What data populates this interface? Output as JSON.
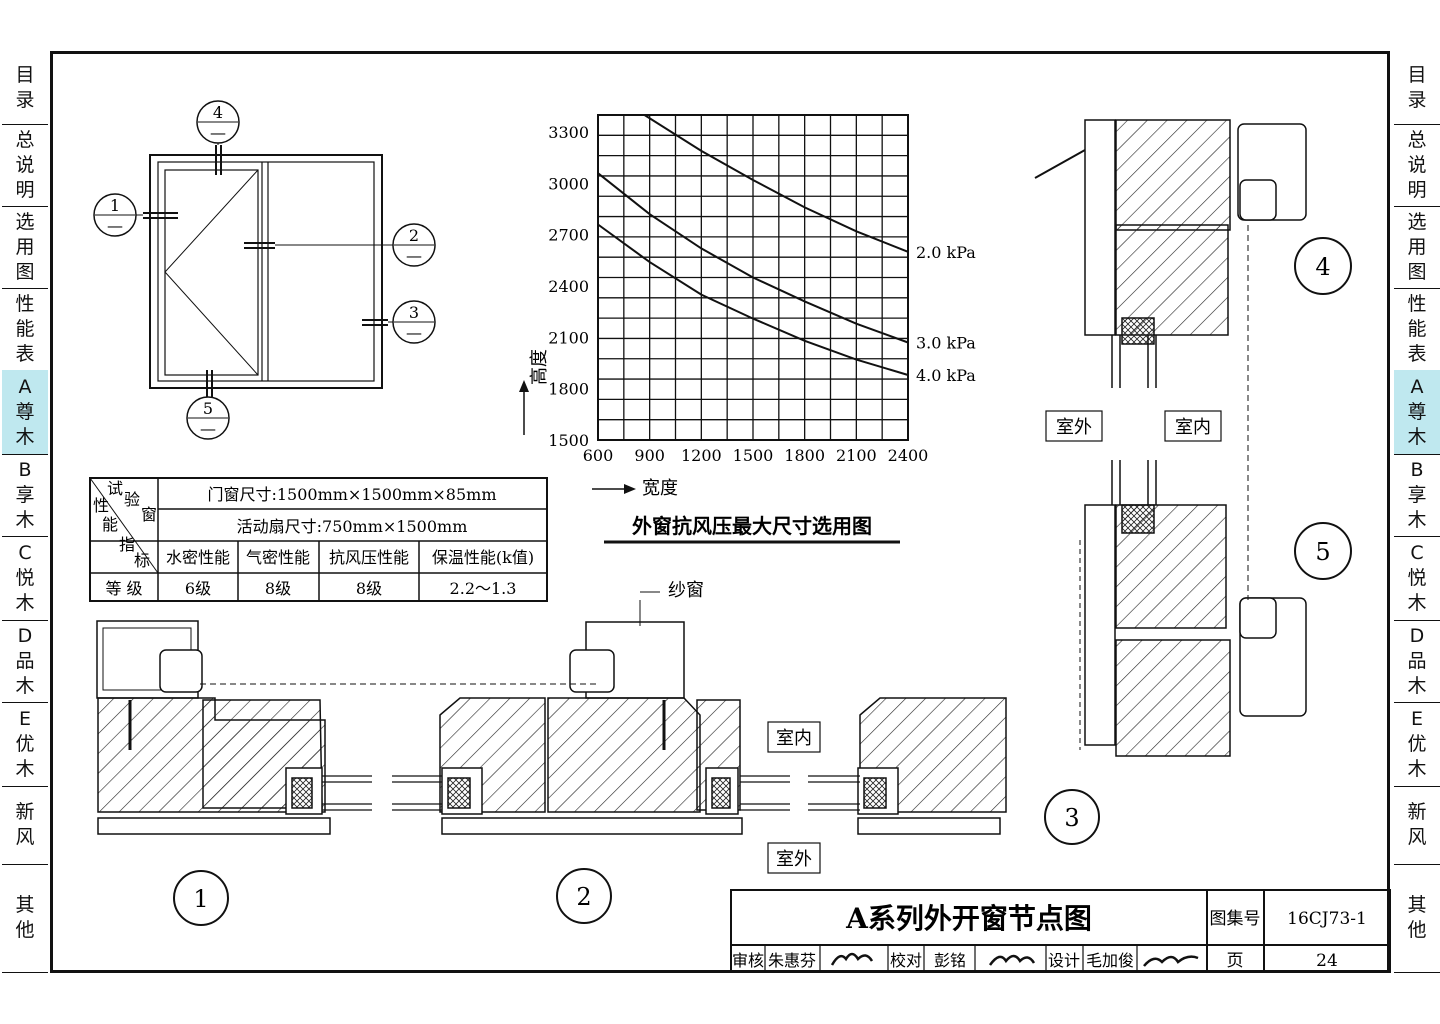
{
  "sidebar_left": [
    {
      "key": "mulu",
      "chars": [
        "目",
        "录"
      ]
    },
    {
      "key": "zongshuoming",
      "chars": [
        "总",
        "说",
        "明"
      ]
    },
    {
      "key": "xuanyongtu",
      "chars": [
        "选",
        "用",
        "图"
      ]
    },
    {
      "key": "xingnengbiao",
      "chars": [
        "性",
        "能",
        "表"
      ]
    },
    {
      "key": "a-zunmu",
      "chars": [
        "A",
        "尊",
        "木"
      ],
      "active": true
    },
    {
      "key": "b-xiangmu",
      "chars": [
        "B",
        "享",
        "木"
      ]
    },
    {
      "key": "c-yuemu",
      "chars": [
        "C",
        "悦",
        "木"
      ]
    },
    {
      "key": "d-pinmu",
      "chars": [
        "D",
        "品",
        "木"
      ]
    },
    {
      "key": "e-youmu",
      "chars": [
        "E",
        "优",
        "木"
      ]
    },
    {
      "key": "xinfeng",
      "chars": [
        "新",
        "风"
      ]
    },
    {
      "key": "qita",
      "chars": [
        "其",
        "他"
      ]
    }
  ],
  "sidebar_right": [
    {
      "key": "mulu",
      "chars": [
        "目",
        "录"
      ]
    },
    {
      "key": "zongshuoming",
      "chars": [
        "总",
        "说",
        "明"
      ]
    },
    {
      "key": "xuanyongtu",
      "chars": [
        "选",
        "用",
        "图"
      ]
    },
    {
      "key": "xingnengbiao",
      "chars": [
        "性",
        "能",
        "表"
      ]
    },
    {
      "key": "a-zunmu",
      "chars": [
        "A",
        "尊",
        "木"
      ],
      "active": true
    },
    {
      "key": "b-xiangmu",
      "chars": [
        "B",
        "享",
        "木"
      ]
    },
    {
      "key": "c-yuemu",
      "chars": [
        "C",
        "悦",
        "木"
      ]
    },
    {
      "key": "d-pinmu",
      "chars": [
        "D",
        "品",
        "木"
      ]
    },
    {
      "key": "e-youmu",
      "chars": [
        "E",
        "优",
        "木"
      ]
    },
    {
      "key": "xinfeng",
      "chars": [
        "新",
        "风"
      ]
    },
    {
      "key": "qita",
      "chars": [
        "其",
        "他"
      ]
    }
  ],
  "elevation": {
    "markers": [
      {
        "num": "1",
        "sub": "—"
      },
      {
        "num": "2",
        "sub": "—"
      },
      {
        "num": "3",
        "sub": "—"
      },
      {
        "num": "4",
        "sub": "—"
      },
      {
        "num": "5",
        "sub": "—"
      }
    ]
  },
  "chart_data": {
    "type": "line",
    "title": "外窗抗风压最大尺寸选用图",
    "xlabel": "宽度",
    "ylabel": "高度",
    "x_ticks": [
      600,
      900,
      1200,
      1500,
      1800,
      2100,
      2400
    ],
    "y_ticks": [
      1500,
      1800,
      2100,
      2400,
      2700,
      3000,
      3300
    ],
    "xlim": [
      600,
      2400
    ],
    "ylim": [
      1500,
      3400
    ],
    "grid": true,
    "series": [
      {
        "name": "2.0 kPa",
        "x": [
          870,
          1200,
          1500,
          1800,
          2100,
          2400
        ],
        "y": [
          3400,
          3190,
          3020,
          2860,
          2720,
          2600
        ]
      },
      {
        "name": "3.0 kPa",
        "x": [
          600,
          900,
          1200,
          1500,
          1800,
          2100,
          2400
        ],
        "y": [
          3060,
          2820,
          2620,
          2450,
          2310,
          2180,
          2070
        ]
      },
      {
        "name": "4.0 kPa",
        "x": [
          600,
          900,
          1200,
          1500,
          1800,
          2100,
          2400
        ],
        "y": [
          2760,
          2540,
          2350,
          2210,
          2080,
          1970,
          1880
        ]
      }
    ]
  },
  "perf_table": {
    "header_diag": [
      "试",
      "验",
      "窗",
      "性",
      "能",
      "指",
      "标"
    ],
    "row1": "门窗尺寸:1500mm×1500mm×85mm",
    "row2": "活动扇尺寸:750mm×1500mm",
    "cols": [
      "水密性能",
      "气密性能",
      "抗风压性能",
      "保温性能(k值)"
    ],
    "grade_label": "等  级",
    "grades": [
      "6级",
      "8级",
      "8级",
      "2.2～1.3"
    ]
  },
  "labels": {
    "screen_window": "纱窗",
    "indoor": "室内",
    "outdoor": "室外",
    "detail_1": "1",
    "detail_2": "2",
    "detail_3": "3",
    "detail_4": "4",
    "detail_5": "5"
  },
  "title_block": {
    "title": "A系列外开窗节点图",
    "atlas_label": "图集号",
    "atlas_no": "16CJ73-1",
    "page_label": "页",
    "page_no": "24",
    "review_label": "审核",
    "reviewer": "朱惠芬",
    "check_label": "校对",
    "checker": "彭铭",
    "design_label": "设计",
    "designer": "毛加俊"
  }
}
